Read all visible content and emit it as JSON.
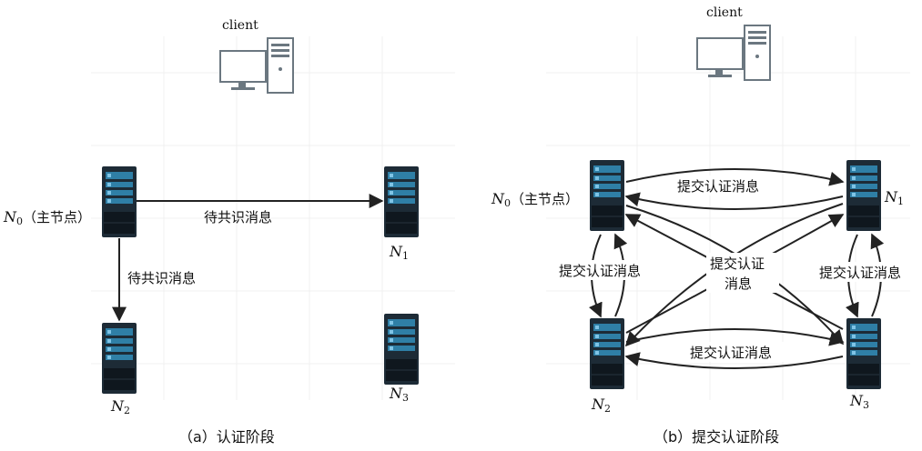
{
  "panel_a": {
    "client_label": "client",
    "n0_label": "N",
    "n0_sub": "0",
    "n0_suffix": "（主节点）",
    "n1_label": "N",
    "n1_sub": "1",
    "n2_label": "N",
    "n2_sub": "2",
    "n3_label": "N",
    "n3_sub": "3",
    "edge_h": "待共识消息",
    "edge_v": "待共识消息",
    "caption": "（a）认证阶段"
  },
  "panel_b": {
    "client_label": "client",
    "n0_label": "N",
    "n0_sub": "0",
    "n0_suffix": "（主节点）",
    "n1_label": "N",
    "n1_sub": "1",
    "n2_label": "N",
    "n2_sub": "2",
    "n3_label": "N",
    "n3_sub": "3",
    "edge_top": "提交认证消息",
    "edge_left": "提交认证消息",
    "edge_right": "提交认证消息",
    "edge_bottom": "提交认证消息",
    "edge_center_1": "提交认证",
    "edge_center_2": "消息",
    "caption": "（b）提交认证阶段"
  },
  "colors": {
    "server_body": "#1d2b36",
    "server_panel": "#2f7fa6",
    "server_base": "#0f171e",
    "monitor": "#6b7780",
    "line": "#222222"
  },
  "icons": [
    "client-computer-icon",
    "server-icon"
  ]
}
